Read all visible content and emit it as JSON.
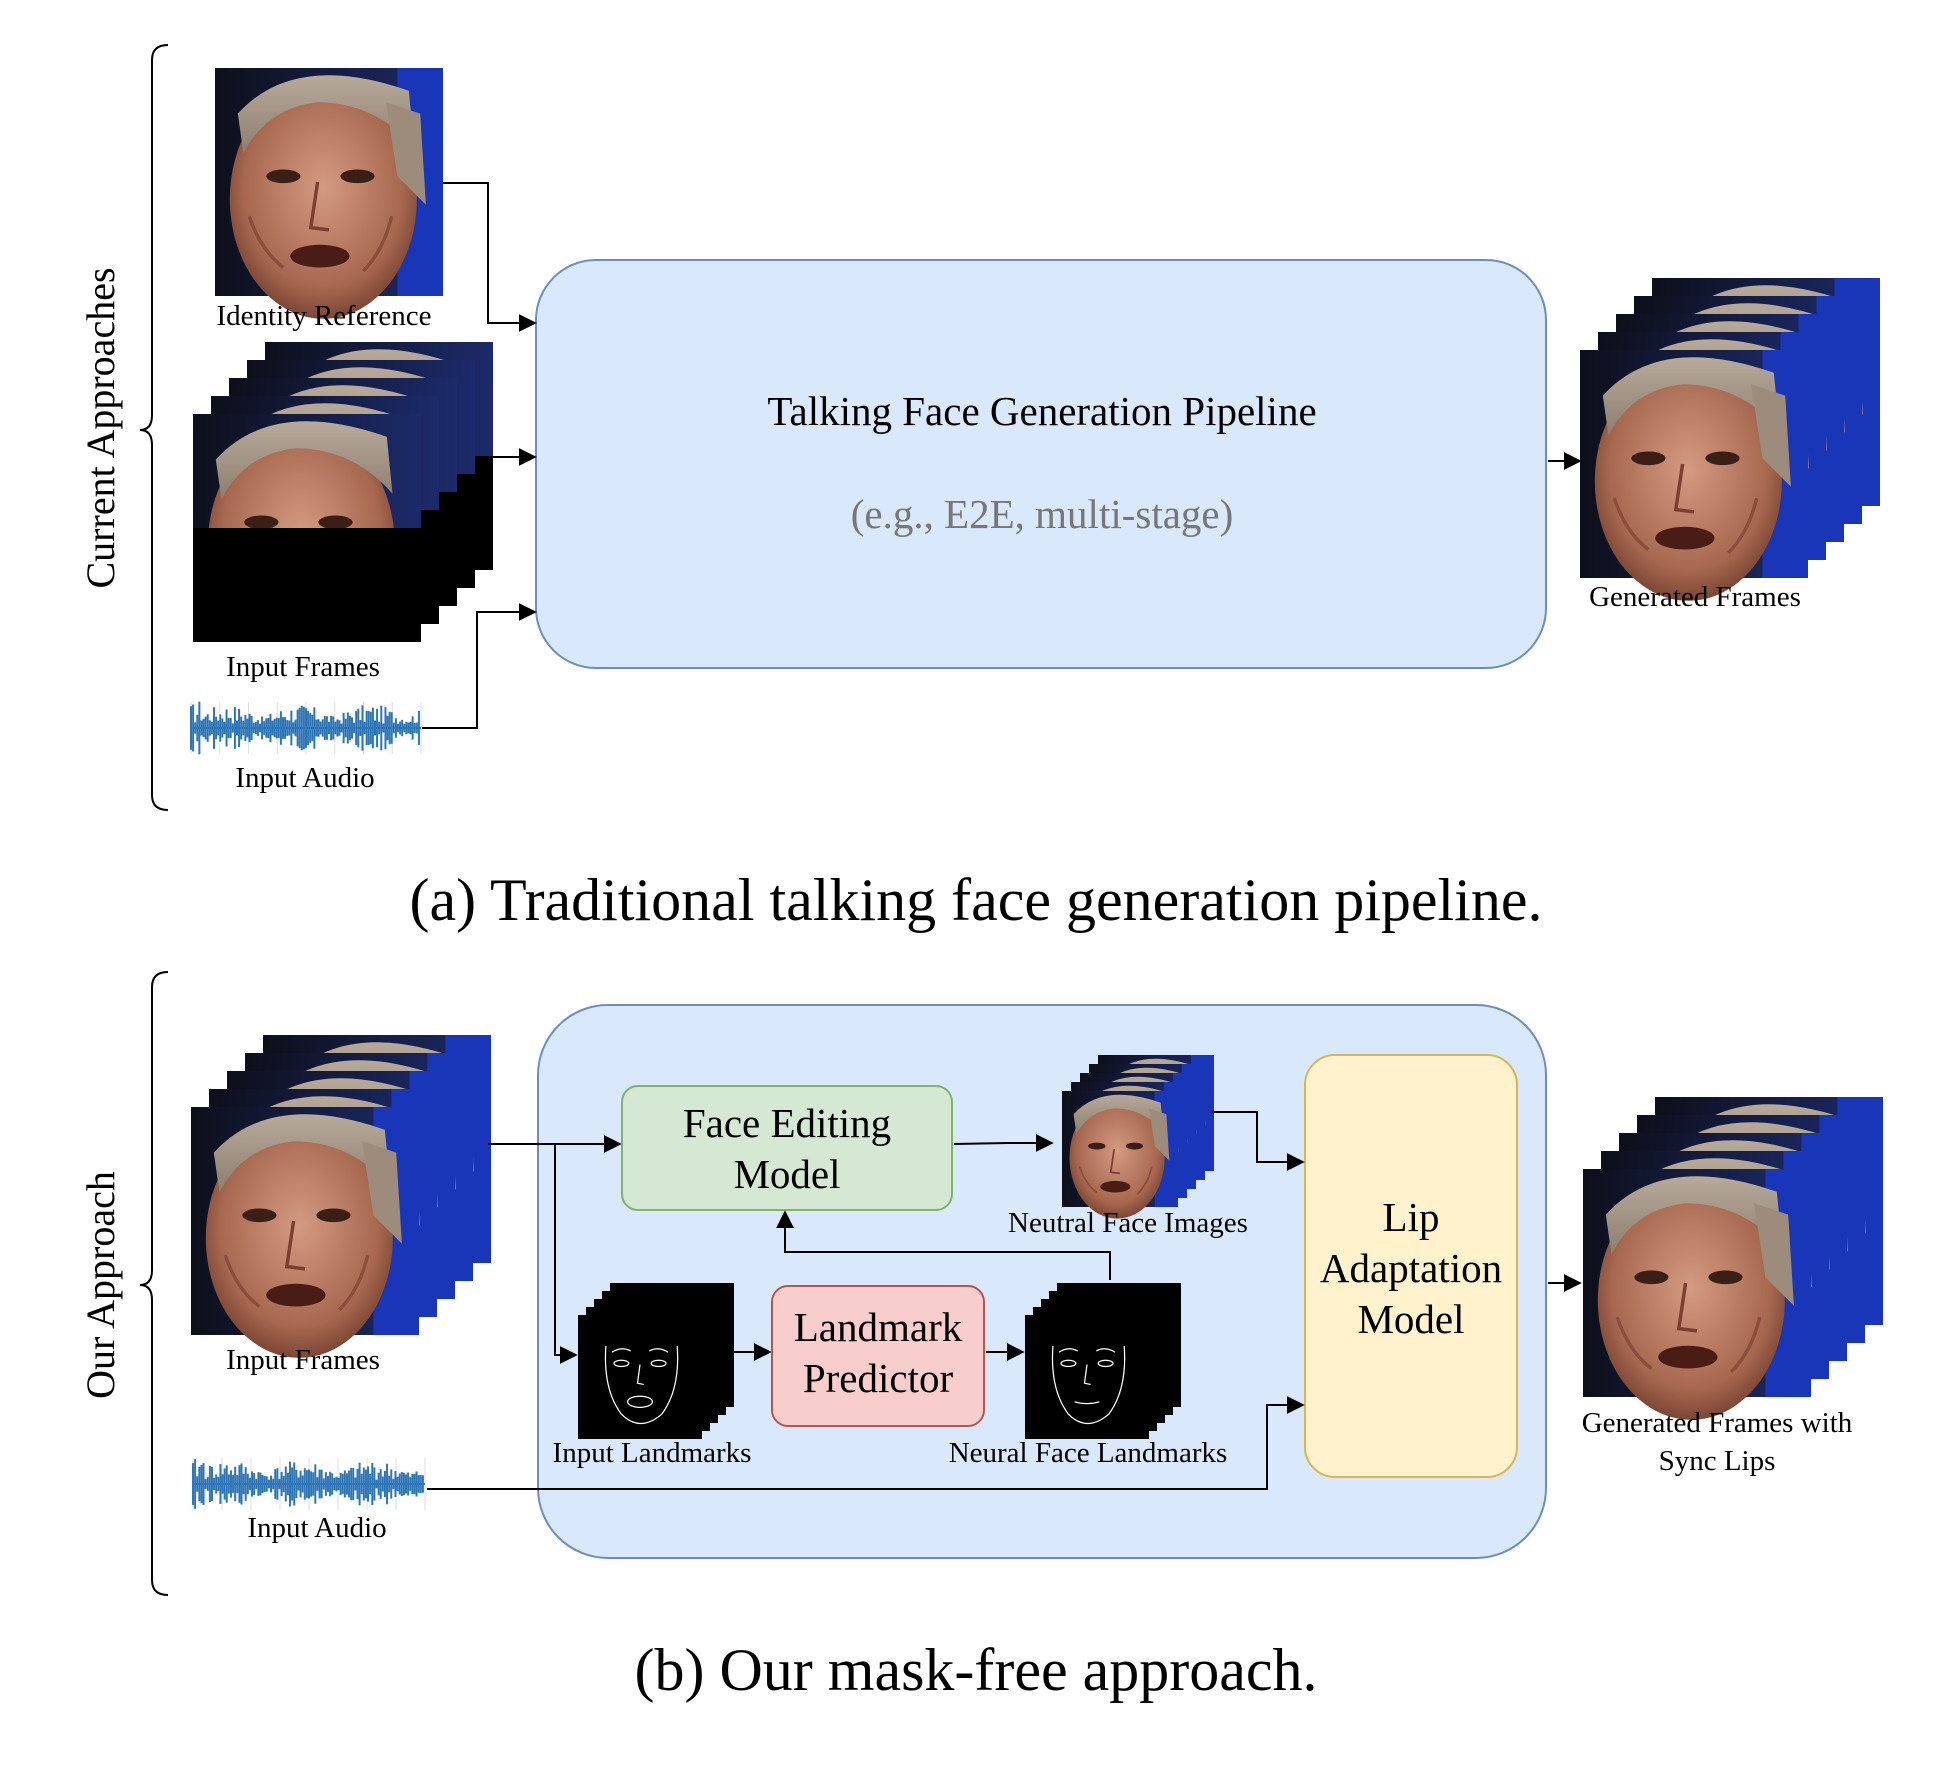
{
  "section_a": {
    "side_label": "Current Approaches",
    "caption": "(a) Traditional talking face generation pipeline.",
    "identity_label": "Identity Reference",
    "input_frames_label": "Input Frames",
    "input_audio_label": "Input Audio",
    "pipeline_title": "Talking Face Generation Pipeline",
    "pipeline_subtitle": "(e.g., E2E, multi-stage)",
    "output_label": "Generated Frames"
  },
  "section_b": {
    "side_label": "Our Approach",
    "caption": "(b) Our mask-free approach.",
    "input_frames_label": "Input Frames",
    "input_audio_label": "Input Audio",
    "face_editing_line1": "Face Editing",
    "face_editing_line2": "Model",
    "neutral_images_label": "Neutral Face Images",
    "landmark_line1": "Landmark",
    "landmark_line2": "Predictor",
    "input_landmarks_label": "Input Landmarks",
    "neural_landmarks_label": "Neural Face Landmarks",
    "lip_line1": "Lip",
    "lip_line2": "Adaptation",
    "lip_line3": "Model",
    "output_line1": "Generated Frames with",
    "output_line2": "Sync Lips"
  },
  "colors": {
    "pipeline_fill": "#dae8fc",
    "pipeline_stroke": "#6c8ebf",
    "face_editing_fill": "#d5e8d4",
    "face_editing_stroke": "#82b366",
    "landmark_fill": "#f8cecc",
    "landmark_stroke": "#b85450",
    "lip_fill": "#fff2cc",
    "lip_stroke": "#d6b656",
    "waveform": "#2e75b6",
    "subtitle_gray": "#777777"
  }
}
